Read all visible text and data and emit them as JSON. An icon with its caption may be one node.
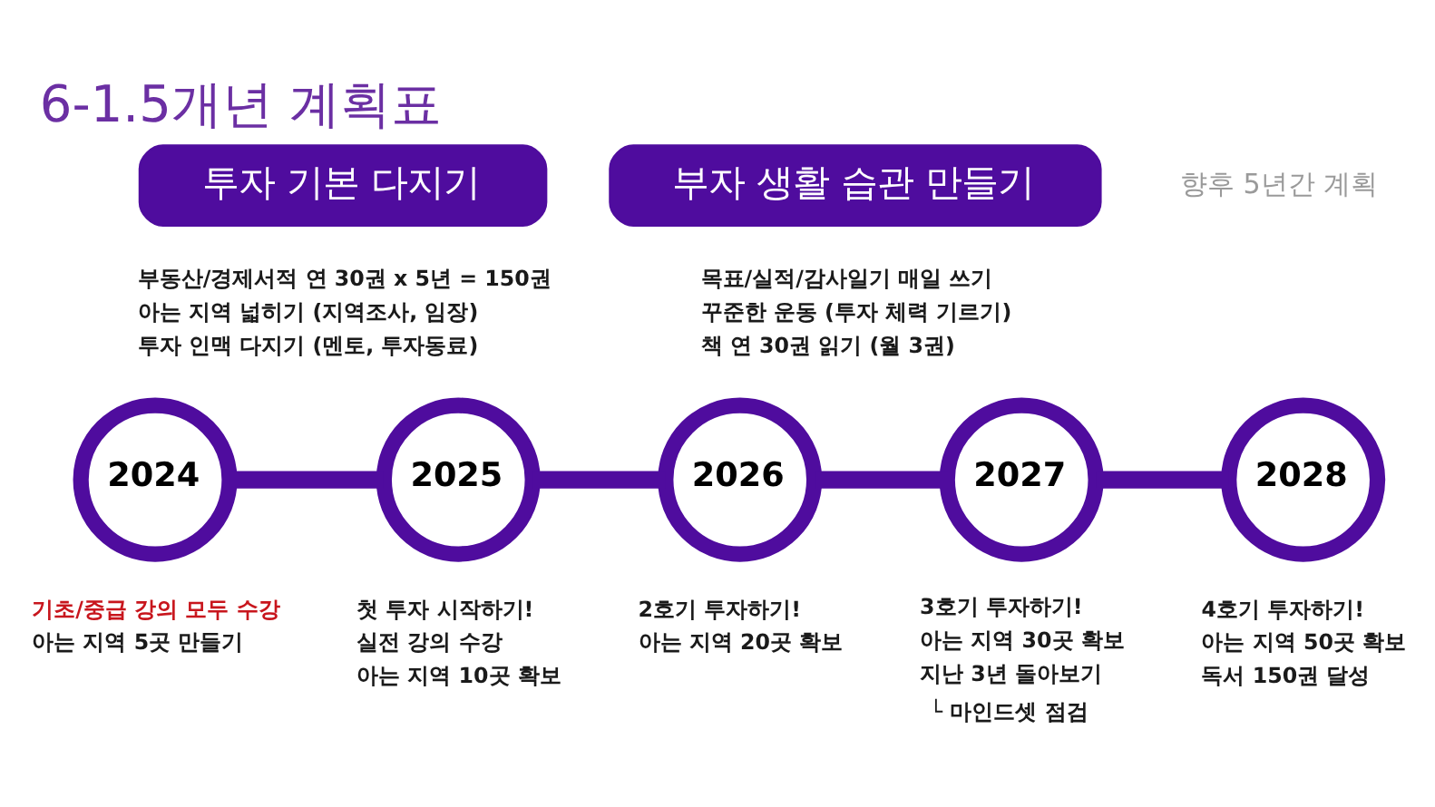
{
  "diagram": {
    "title": "6-1.5개년 계획표",
    "nodes": [
      {
        "text": [
          "투자 기본 다지기"
        ],
        "beside": [
          "부동산/경제서적 연 30권 x 5년 = 150권",
          "아는 지역 넓히기 (지역조사, 임장)",
          "투자 인맥 다지기 (멘토, 투자동료)"
        ]
      },
      {
        "text": [
          "부자 생활 습관 만들기"
        ],
        "beside": [
          "목표/실적/감사일기 매일 쓰기",
          "꾸준한 운동 (투자 체력 기르기)",
          "책 연 30권 읽기 (월 3권)"
        ]
      },
      {
        "text": [
          "2024"
        ],
        "beside": [
          "기초/중급 강의 모두 수강",
          "아는 지역 5곳 만들기"
        ]
      },
      {
        "text": [
          "2025"
        ],
        "beside": [
          "첫 투자 시작하기!",
          "실전 강의 수강",
          "아는 지역 10곳 확보"
        ]
      },
      {
        "text": [
          "2026"
        ],
        "beside": [
          "2호기 투자하기!",
          "아는 지역 20곳 확보"
        ]
      },
      {
        "text": [
          "2027"
        ],
        "beside": [
          "3호기 투자하기!",
          "아는 지역 30곳 확보",
          "지난 3년 돌아보기",
          "└ 마인드셋 점검"
        ]
      },
      {
        "text": [
          "2028"
        ],
        "beside": [
          "4호기 투자하기!",
          "아는 지역 50곳 확보",
          "독서 150권 달성"
        ]
      }
    ],
    "edges": [
      {
        "from": 2,
        "to": 3,
        "arrow": "none"
      },
      {
        "from": 3,
        "to": 4,
        "arrow": "none"
      },
      {
        "from": 4,
        "to": 5,
        "arrow": "none"
      },
      {
        "from": 5,
        "to": 6,
        "arrow": "none"
      }
    ],
    "labels": [
      "향후 5년간 계획"
    ]
  }
}
